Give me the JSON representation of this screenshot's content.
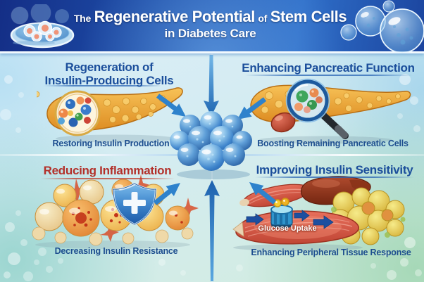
{
  "banner": {
    "title": {
      "prefix": "The",
      "main": "Regenerative Potential",
      "connector": "of",
      "emphasis": "Stem Cells",
      "line2": "in Diabetes Care"
    }
  },
  "quadrants": {
    "regeneration": {
      "heading_line1": "Regeneration of",
      "heading_line2": "Insulin-Producing Cells",
      "caption": "Restoring Insulin Production"
    },
    "pancreatic_function": {
      "heading": "Enhancing Pancreatic Function",
      "caption": "Boosting Remaining Pancreatic Cells"
    },
    "inflammation": {
      "heading": "Reducing Inflammation",
      "caption": "Decreasing Insulin Resistance"
    },
    "insulin_sensitivity": {
      "heading": "Improving Insulin Sensitivity",
      "caption": "Enhancing Peripheral Tissue Response",
      "muscle_label": "Glucose Uptake"
    }
  },
  "colors": {
    "banner_blue": "#1d4da8",
    "heading_blue": "#1b4e9b",
    "heading_red": "#b3302a",
    "caption_blue": "#1d4e8f",
    "arrow_blue": "#2e82cc",
    "stem_cell_blue": "#2b6fc4",
    "pancreas_orange": "#eda336",
    "shield_blue": "#2263b0",
    "muscle_red": "#d4584a",
    "fat_yellow": "#ead33e"
  },
  "icons": [
    "petri-dish-icon",
    "bubble-icon",
    "pancreas-islet-icon",
    "pancreas-magnifier-icon",
    "inflamed-cells-icon",
    "shield-cross-icon",
    "muscle-liver-fat-icon",
    "glucose-transporter-icon",
    "stem-cell-cluster-icon",
    "converging-arrow-icon"
  ]
}
